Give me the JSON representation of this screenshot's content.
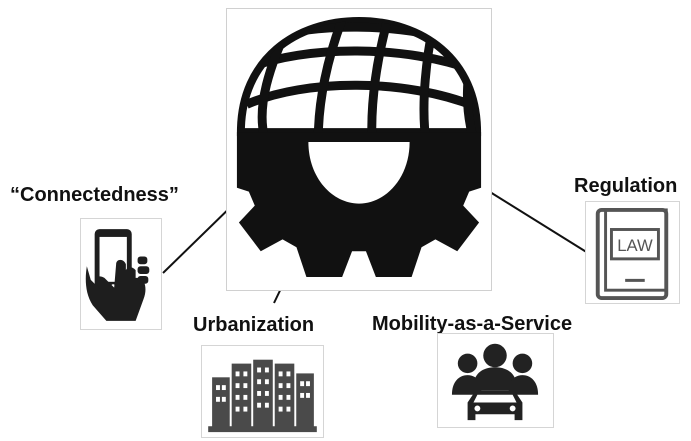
{
  "labels": {
    "connectedness": "“Connectedness”",
    "regulation": "Regulation",
    "urbanization": "Urbanization",
    "mobility": "Mobility-as-a-Service"
  },
  "law_book": {
    "text": "LAW"
  },
  "icons": {
    "hub": "gear-globe-icon",
    "connectedness": "smartphone-hand-icon",
    "regulation": "law-book-icon",
    "urbanization": "city-buildings-icon",
    "mobility": "people-car-icon"
  },
  "colors": {
    "ink": "#111111",
    "law_book": "#555555",
    "city": "#4a4a4a",
    "mobility": "#222222"
  }
}
